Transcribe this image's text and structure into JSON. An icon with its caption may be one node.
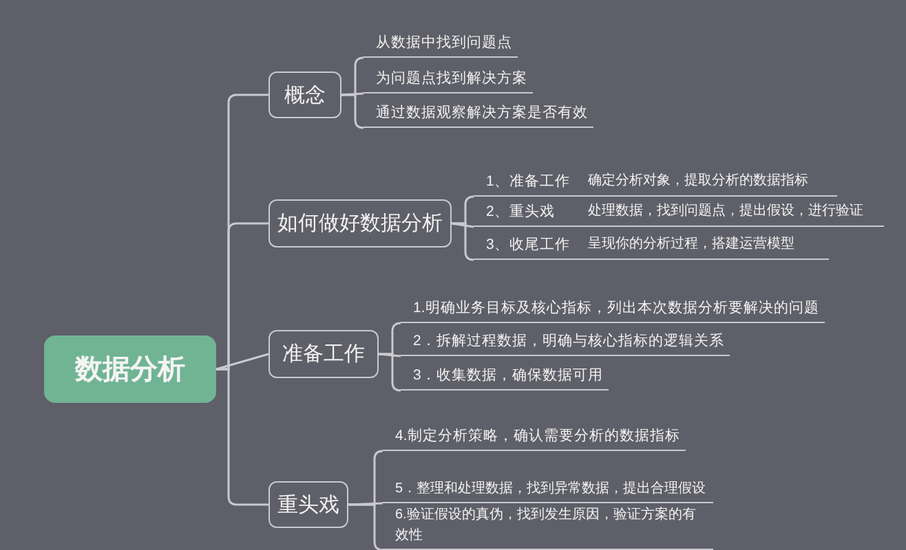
{
  "diagram": {
    "nodes": [
      {
        "text": [
          "数据分析"
        ]
      },
      {
        "text": [
          "概念"
        ]
      },
      {
        "text": [
          "从数据中找到问题点"
        ]
      },
      {
        "text": [
          "为问题点找到解决方案"
        ]
      },
      {
        "text": [
          "通过数据观察解决方案是否有效"
        ]
      },
      {
        "text": [
          "如何做好数据分析"
        ]
      },
      {
        "text": [
          "1、准备工作",
          "确定分析对象，提取分析的数据指标"
        ]
      },
      {
        "text": [
          "2、重头戏",
          "处理数据，找到问题点，提出假设，进行验证"
        ]
      },
      {
        "text": [
          "3、收尾工作",
          "呈现你的分析过程，搭建运营模型"
        ]
      },
      {
        "text": [
          "准备工作"
        ]
      },
      {
        "text": [
          "1.明确业务目标及核心指标，列出本次数据分析要解决的问题"
        ]
      },
      {
        "text": [
          "2．拆解过程数据，明确与核心指标的逻辑关系"
        ]
      },
      {
        "text": [
          "3．收集数据，确保数据可用"
        ]
      },
      {
        "text": [
          "重头戏"
        ]
      },
      {
        "text": [
          "4.制定分析策略，确认需要分析的数据指标"
        ]
      },
      {
        "text": [
          "5．整理和处理数据，找到异常数据，提出合理假设"
        ]
      },
      {
        "text": [
          "6.验证假设的真伪，找到发生原因，验证方案的有效性"
        ]
      }
    ],
    "edges": [
      {
        "from": 0,
        "to": 1,
        "arrow": "none"
      },
      {
        "from": 0,
        "to": 5,
        "arrow": "none"
      },
      {
        "from": 0,
        "to": 9,
        "arrow": "none"
      },
      {
        "from": 0,
        "to": 13,
        "arrow": "none"
      },
      {
        "from": 1,
        "to": 2,
        "arrow": "none"
      },
      {
        "from": 1,
        "to": 3,
        "arrow": "none"
      },
      {
        "from": 1,
        "to": 4,
        "arrow": "none"
      },
      {
        "from": 5,
        "to": 6,
        "arrow": "none"
      },
      {
        "from": 5,
        "to": 7,
        "arrow": "none"
      },
      {
        "from": 5,
        "to": 8,
        "arrow": "none"
      },
      {
        "from": 9,
        "to": 10,
        "arrow": "none"
      },
      {
        "from": 9,
        "to": 11,
        "arrow": "none"
      },
      {
        "from": 9,
        "to": 12,
        "arrow": "none"
      },
      {
        "from": 13,
        "to": 14,
        "arrow": "none"
      },
      {
        "from": 13,
        "to": 15,
        "arrow": "none"
      },
      {
        "from": 13,
        "to": 16,
        "arrow": "none"
      }
    ]
  }
}
